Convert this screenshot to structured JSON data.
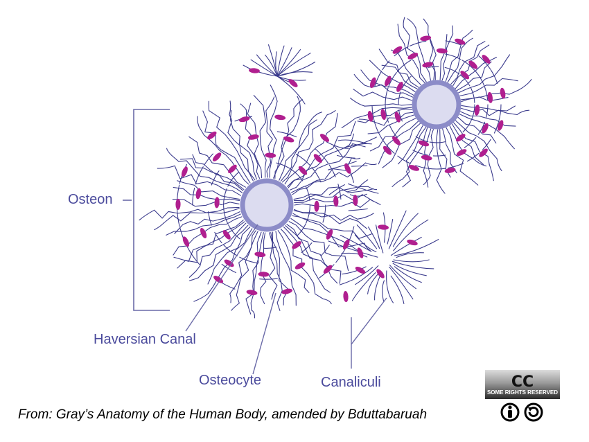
{
  "labels": {
    "osteon": "Osteon",
    "haversian_canal": "Haversian Canal",
    "osteocyte": "Osteocyte",
    "canaliculi": "Canaliculi"
  },
  "caption": "From: Gray’s Anatomy of the Human Body, amended by Bduttabaruah",
  "license": {
    "badge": "CC",
    "text": "SOME RIGHTS RESERVED",
    "icons": [
      "attribution-icon",
      "share-alike-icon"
    ]
  },
  "colors": {
    "canaliculi": "#3a3a8c",
    "osteocyte": "#b01f8f",
    "canal_fill": "#dcdcf0",
    "canal_ring": "#8c8cc8",
    "label_text": "#4a4a9c",
    "leader_line": "#6a6aa8"
  }
}
